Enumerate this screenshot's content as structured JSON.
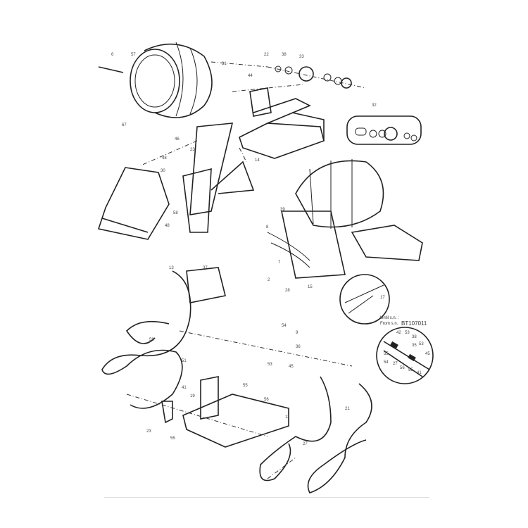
{
  "diagram": {
    "serial_note": {
      "until_label": "Until s.n. :",
      "from_label": "From s.n.",
      "serial_number": "BT107011"
    },
    "callouts": [
      "6",
      "57",
      "67",
      "31",
      "44",
      "22",
      "38",
      "33",
      "32",
      "30",
      "46",
      "48",
      "23",
      "58",
      "48",
      "39",
      "8",
      "14",
      "2",
      "7",
      "15",
      "17",
      "37",
      "13",
      "28",
      "59",
      "51",
      "9",
      "36",
      "54",
      "53",
      "45",
      "55",
      "21",
      "27",
      "56",
      "41",
      "19",
      "11",
      "23",
      "55"
    ],
    "detail_callouts": [
      "42",
      "53",
      "38",
      "35",
      "53",
      "45",
      "55",
      "55",
      "56",
      "54",
      "41",
      "27"
    ]
  }
}
